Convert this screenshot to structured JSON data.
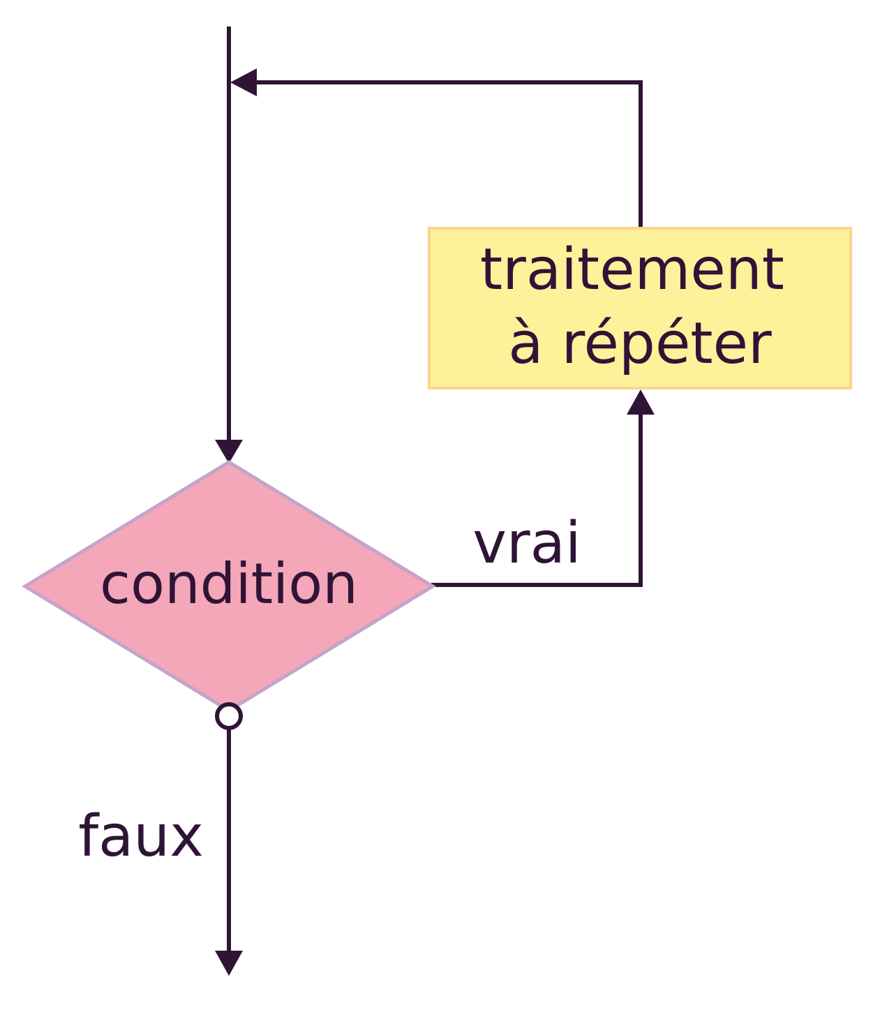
{
  "colors": {
    "line": "#2f1436",
    "decision_fill": "#f4a7b9",
    "decision_stroke": "#c4a4c8",
    "process_fill": "#fff19a",
    "process_stroke": "#fbd58a",
    "background": "#ffffff"
  },
  "nodes": {
    "decision": {
      "label": "condition"
    },
    "process": {
      "line1": "traitement",
      "line2": "à répéter"
    }
  },
  "edges": {
    "true_label": "vrai",
    "false_label": "faux"
  }
}
